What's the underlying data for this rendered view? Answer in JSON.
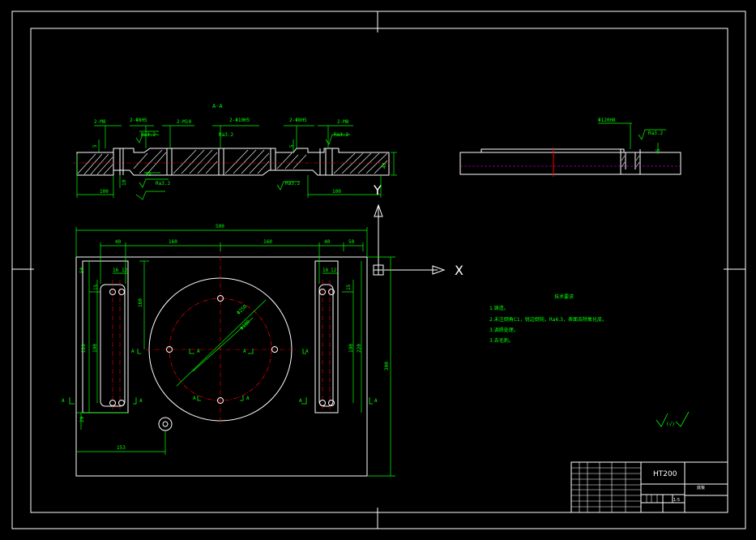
{
  "section_title": "A-A",
  "axis": {
    "x_label": "X",
    "y_label": "Y"
  },
  "colors": {
    "background": "#000000",
    "outline": "#ffffff",
    "dimension": "#00ff00",
    "centerline": "#ff0000",
    "hidden": "#ff00ff",
    "border": "#ffffff"
  },
  "section_view": {
    "callouts": [
      "2-M8",
      "2-Φ8H5",
      "2-M10",
      "2-Φ10H5",
      "2-Φ8H5",
      "2-M8"
    ],
    "roughness": [
      "Ra3.2",
      "Ra3.2",
      "Ra3.2",
      "Ra3.2",
      "Ra3.2"
    ],
    "dims": {
      "left_len": "100",
      "right_len": "100",
      "thickness": "40",
      "depth": "5",
      "depth_r": "5",
      "radius": "R5",
      "small": "10"
    }
  },
  "side_view": {
    "callout": "Φ120H8",
    "roughness": "Ra3.2",
    "depth": "5"
  },
  "plan_view": {
    "overall_width": "500",
    "left_40": "40",
    "mid_160_a": "160",
    "mid_160_b": "160",
    "right_40": "40",
    "right_50": "50",
    "left_50": "50",
    "slot_16": "16",
    "slot_12": "12",
    "slot_16_r": "16",
    "slot_12_r": "12",
    "slot_15": "15",
    "slot_15_r": "15",
    "height_220": "220",
    "height_190": "190",
    "height_190_r": "190",
    "height_220_r": "220",
    "height_160": "160",
    "overall_height": "300",
    "bottom_20": "20",
    "pin_x": "153",
    "circle_outer": "Φ250",
    "circle_inner": "Φ180",
    "section_marks": [
      "A",
      "A",
      "A",
      "A",
      "A",
      "A",
      "A",
      "A",
      "A",
      "A"
    ]
  },
  "tech_notes": {
    "title": "技术要求",
    "lines": [
      "1.铸造。",
      "2.未注倒角C1，锐边倒钝，Ra6.3，表面去除氧化皮。",
      "3.调质处理。",
      "3.去毛刺。"
    ]
  },
  "roughness_symbol": "(√)",
  "title_block": {
    "material": "HT200",
    "part_name": "底板",
    "scale": "1:5"
  }
}
